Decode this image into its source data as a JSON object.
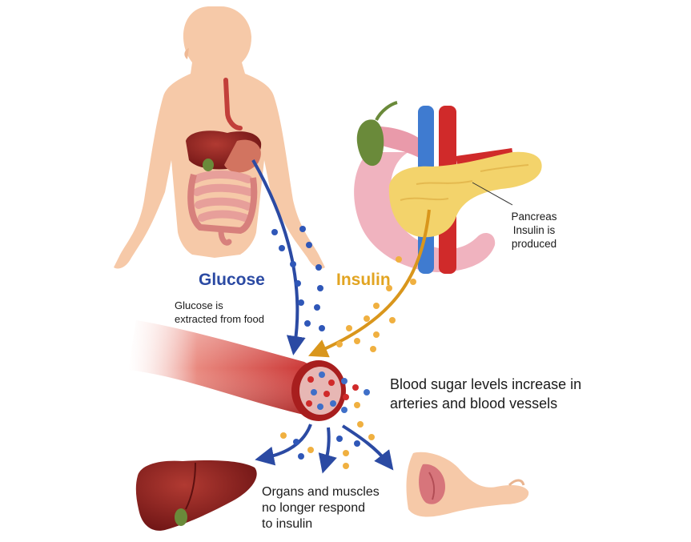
{
  "labels": {
    "glucose": "Glucose",
    "insulin": "Insulin",
    "glucose_desc": [
      "Glucose is",
      "extracted from food"
    ],
    "pancreas": [
      "Pancreas",
      "Insulin is",
      "produced"
    ],
    "blood_sugar": [
      "Blood sugar levels increase in",
      "arteries and blood vessels"
    ],
    "organs": [
      "Organs and muscles",
      "no longer respond",
      "to insulin"
    ]
  },
  "colors": {
    "glucose": "#2b4aa3",
    "insulin": "#e2a421",
    "blood": "#c62a2a",
    "skin": "#f6c9a8",
    "liver": "#8e1f1f",
    "pancreas": "#f3d36b"
  }
}
